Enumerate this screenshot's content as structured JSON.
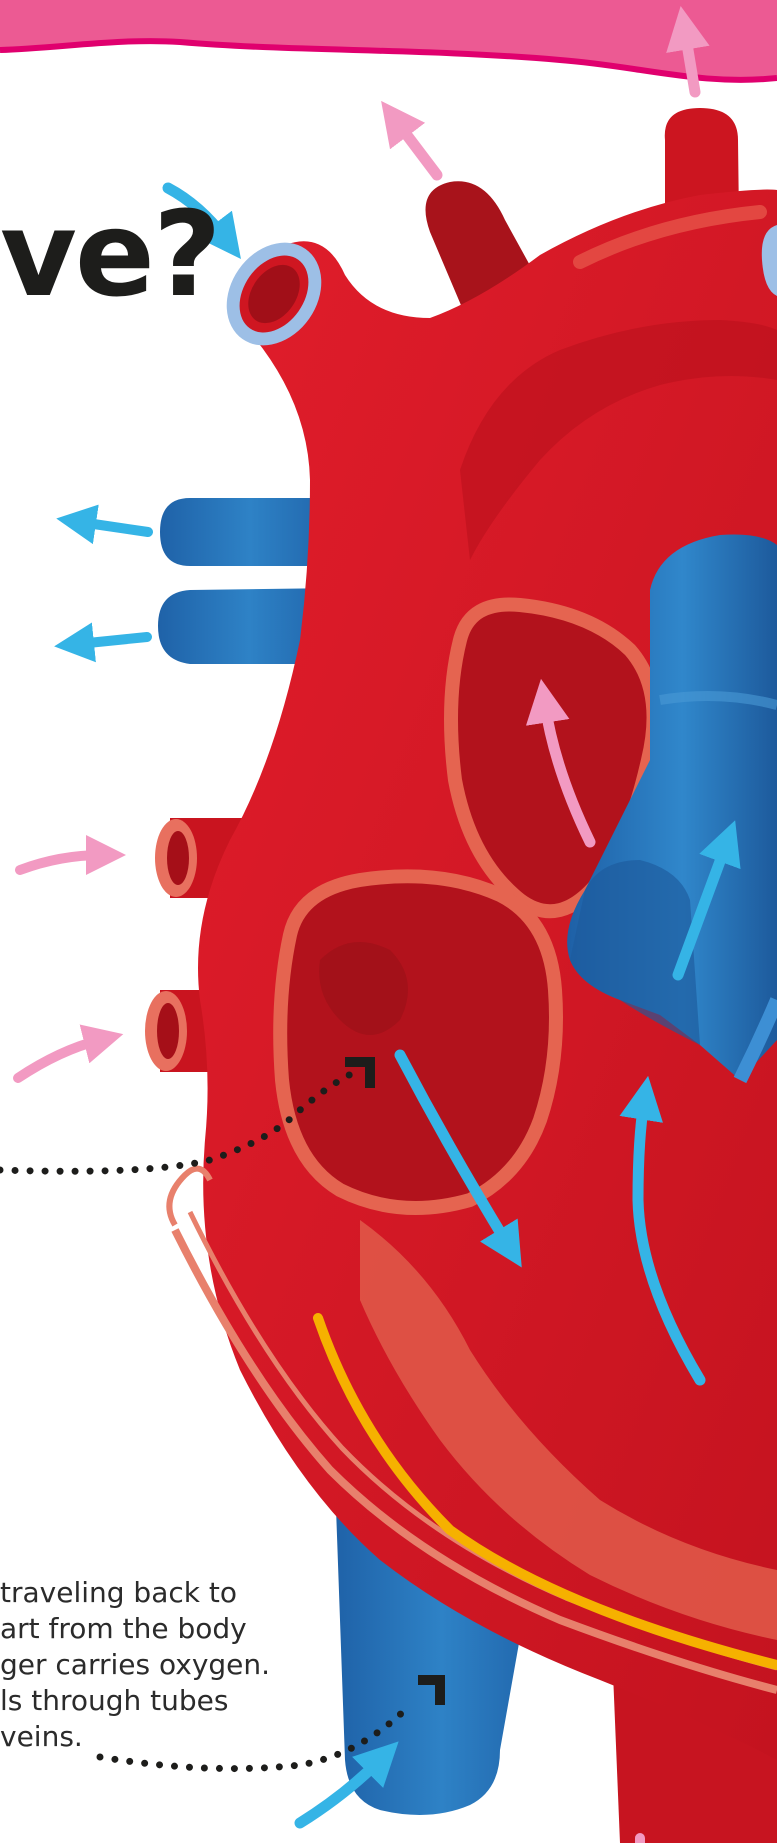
{
  "title": "ve?",
  "caption": {
    "lines": [
      "traveling back to",
      "art from the body",
      "ger carries oxygen.",
      "ls through tubes",
      "veins."
    ]
  },
  "colors": {
    "banner_pink": "#ec5a93",
    "banner_edge": "#e0006e",
    "heart_red": "#d21624",
    "heart_dark_red": "#9c1419",
    "heart_light_red": "#e8584b",
    "vein_blue": "#2e82c6",
    "vein_dark_blue": "#1f62a8",
    "oxygen_pink_arrow": "#f29ac2",
    "blood_blue_arrow": "#35b4e6",
    "fat_yellow": "#f6b100",
    "pointer_black": "#1d1d1b"
  },
  "icons": [
    "pink-arrow-icon",
    "blue-arrow-icon",
    "dotted-pointer-icon"
  ]
}
